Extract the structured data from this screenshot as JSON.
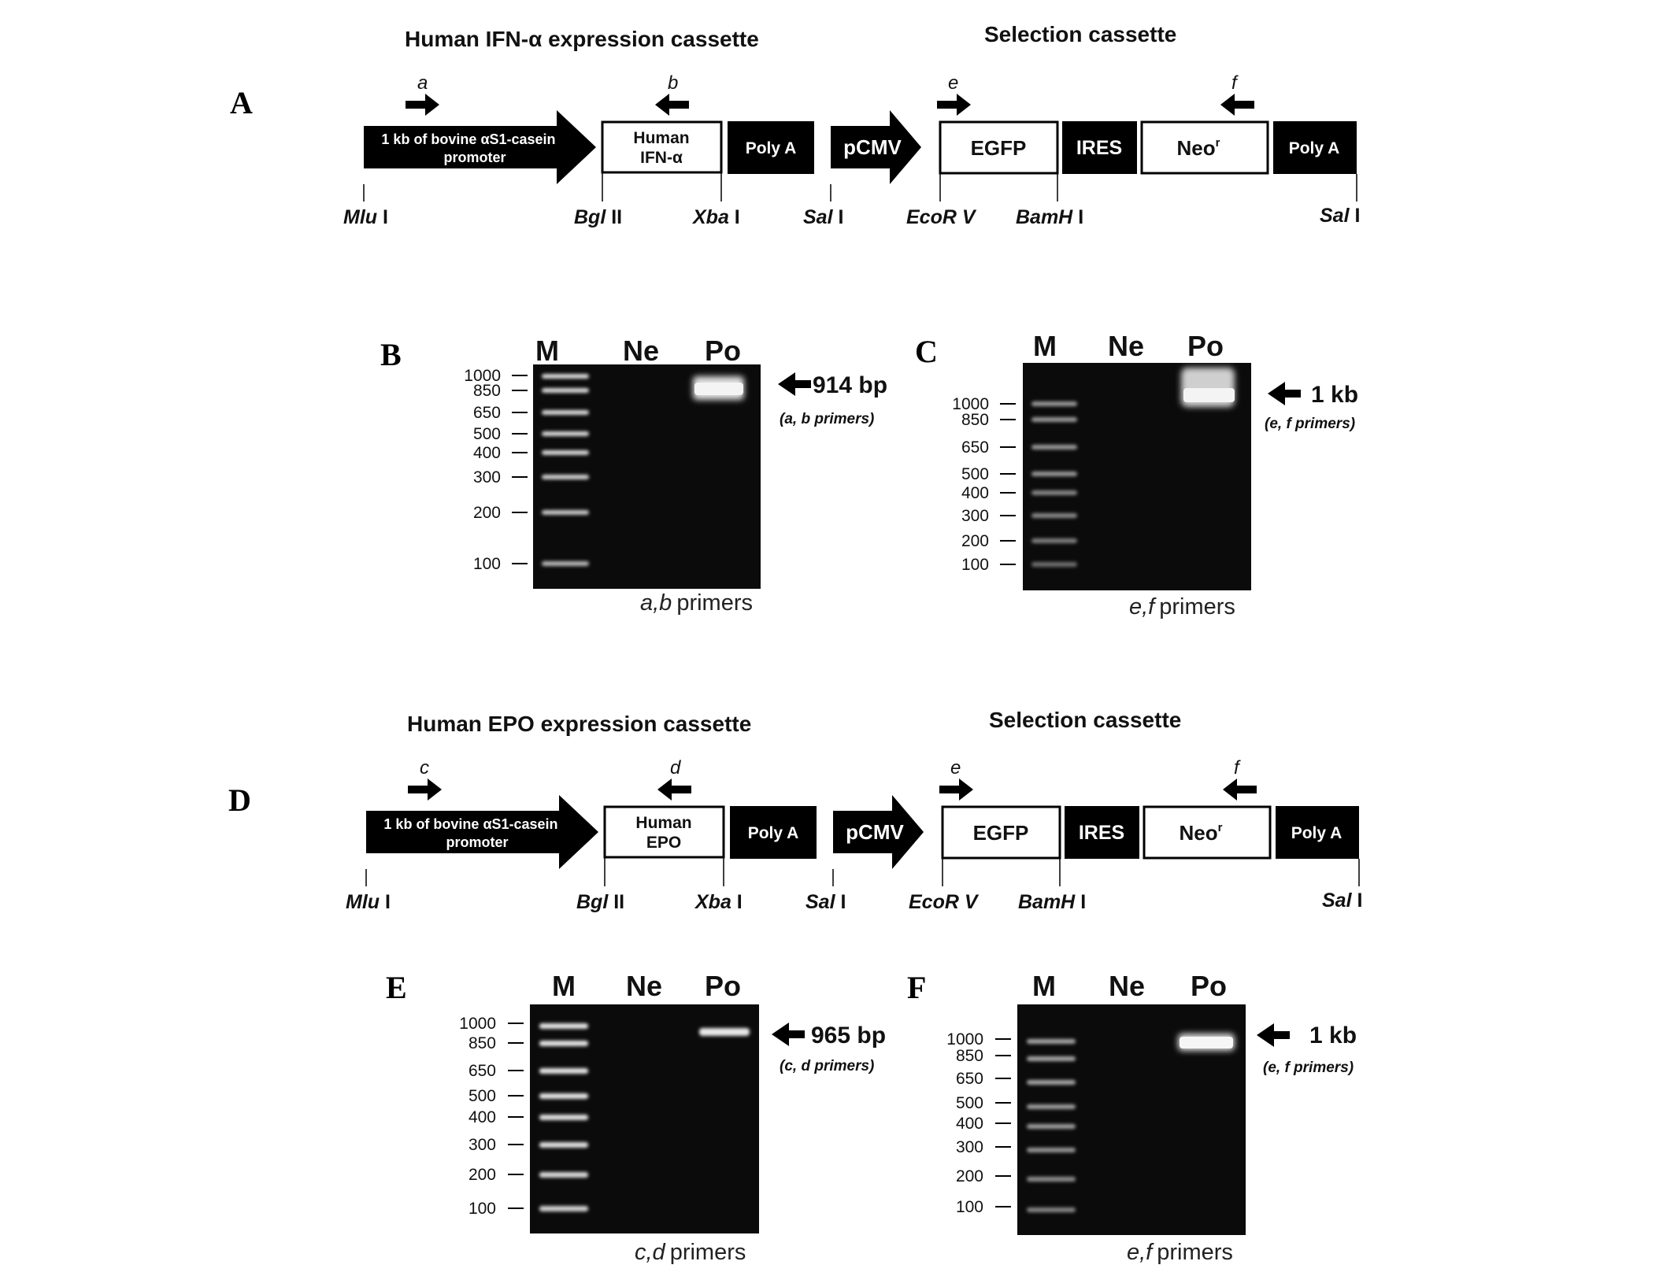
{
  "panels": {
    "A": {
      "letter": "A",
      "left_title": "Human IFN-α expression cassette",
      "right_title": "Selection cassette",
      "primers": [
        "a",
        "b",
        "e",
        "f"
      ],
      "promoter_line1": "1 kb of bovine αS1-casein",
      "promoter_line2": "promoter",
      "gene_line1": "Human",
      "gene_line2": "IFN-α",
      "polya": "Poly A",
      "pcmv": "pCMV",
      "egfp": "EGFP",
      "ires": "IRES",
      "neo": "Neo",
      "neo_sup": "r",
      "polya2": "Poly A",
      "sites": [
        {
          "name": "Mlu",
          "suffix": " I"
        },
        {
          "name": "Bgl",
          "suffix": " II"
        },
        {
          "name": "Xba",
          "suffix": " I"
        },
        {
          "name": "Sal",
          "suffix": " I"
        },
        {
          "name": "EcoR V",
          "suffix": ""
        },
        {
          "name": "BamH",
          "suffix": " I"
        },
        {
          "name": "Sal",
          "suffix": " I"
        }
      ]
    },
    "D": {
      "letter": "D",
      "left_title": "Human EPO expression cassette",
      "right_title": "Selection cassette",
      "primers": [
        "c",
        "d",
        "e",
        "f"
      ],
      "promoter_line1": "1 kb of bovine αS1-casein",
      "promoter_line2": "promoter",
      "gene_line1": "Human",
      "gene_line2": "EPO",
      "polya": "Poly A",
      "pcmv": "pCMV",
      "egfp": "EGFP",
      "ires": "IRES",
      "neo": "Neo",
      "neo_sup": "r",
      "polya2": "Poly A",
      "sites": [
        {
          "name": "Mlu",
          "suffix": " I"
        },
        {
          "name": "Bgl",
          "suffix": " II"
        },
        {
          "name": "Xba",
          "suffix": " I"
        },
        {
          "name": "Sal",
          "suffix": " I"
        },
        {
          "name": "EcoR V",
          "suffix": ""
        },
        {
          "name": "BamH",
          "suffix": " I"
        },
        {
          "name": "Sal",
          "suffix": " I"
        }
      ]
    },
    "gels": [
      {
        "letter": "B",
        "lanes": [
          "M",
          "Ne",
          "Po"
        ],
        "ladder": [
          "1000",
          "850",
          "650",
          "500",
          "400",
          "300",
          "200",
          "100"
        ],
        "size": "914 bp",
        "size_primers": "(a, b primers)",
        "caption_primers": "a,b",
        "caption_word": "primers"
      },
      {
        "letter": "C",
        "lanes": [
          "M",
          "Ne",
          "Po"
        ],
        "ladder": [
          "1000",
          "850",
          "650",
          "500",
          "400",
          "300",
          "200",
          "100"
        ],
        "size": "1 kb",
        "size_primers": "(e, f primers)",
        "caption_primers": "e,f",
        "caption_word": "primers"
      },
      {
        "letter": "E",
        "lanes": [
          "M",
          "Ne",
          "Po"
        ],
        "ladder": [
          "1000",
          "850",
          "650",
          "500",
          "400",
          "300",
          "200",
          "100"
        ],
        "size": "965 bp",
        "size_primers": "(c, d primers)",
        "caption_primers": "c,d",
        "caption_word": "primers"
      },
      {
        "letter": "F",
        "lanes": [
          "M",
          "Ne",
          "Po"
        ],
        "ladder": [
          "1000",
          "850",
          "650",
          "500",
          "400",
          "300",
          "200",
          "100"
        ],
        "size": "1 kb",
        "size_primers": "(e, f primers)",
        "caption_primers": "e,f",
        "caption_word": "primers"
      }
    ]
  },
  "colors": {
    "black_box": "#000000",
    "gel": "#0b0b0b",
    "band": "#f2f2f2"
  }
}
